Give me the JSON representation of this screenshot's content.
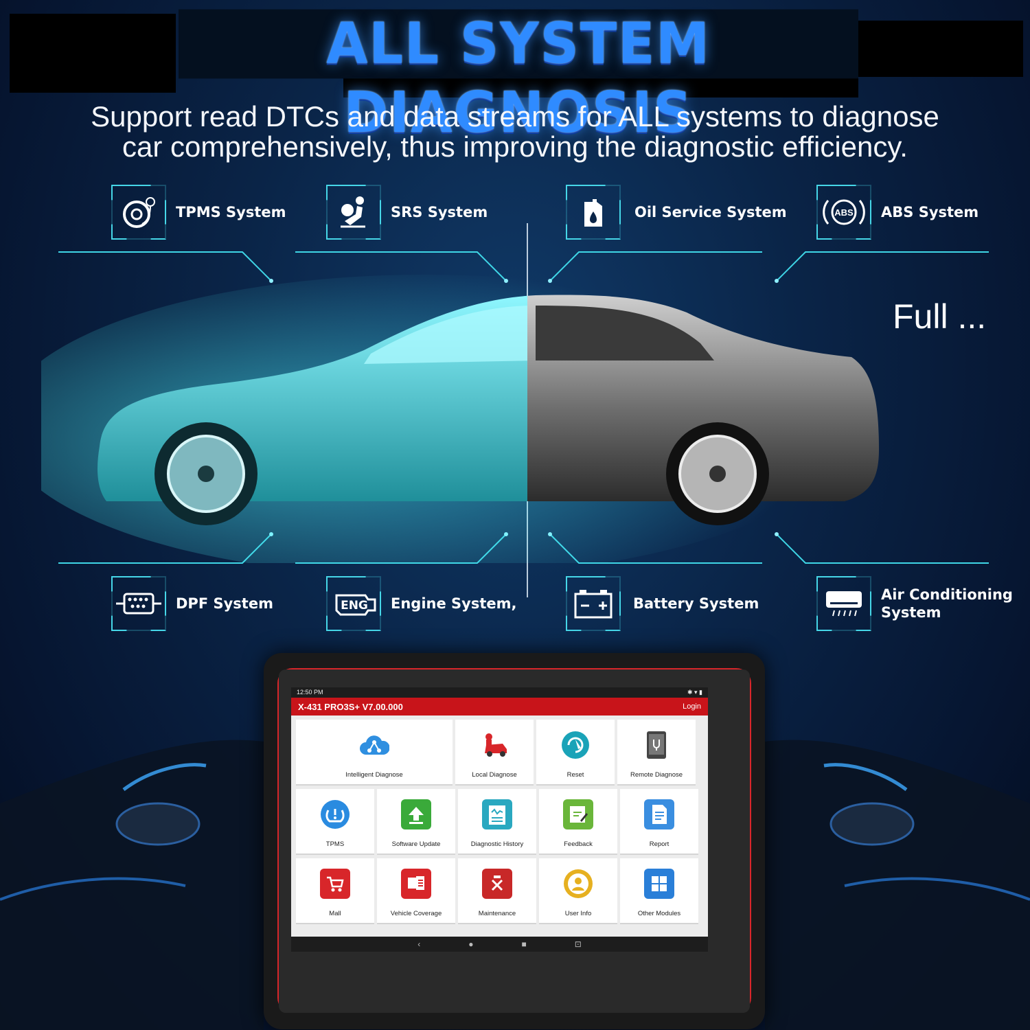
{
  "header": {
    "title": "ALL SYSTEM DIAGNOSIS",
    "subtitle_line1": "Support read DTCs and data streams for ALL systems to diagnose",
    "subtitle_line2": "car comprehensively, thus improving the diagnostic efficiency."
  },
  "features_top": [
    {
      "label": "TPMS System",
      "icon": "tire-pressure-icon"
    },
    {
      "label": "SRS System",
      "icon": "airbag-icon"
    },
    {
      "label": "Oil Service System",
      "icon": "oil-can-icon"
    },
    {
      "label": "ABS System",
      "icon": "abs-icon",
      "icon_text": "ABS"
    }
  ],
  "features_bottom": [
    {
      "label": "DPF System",
      "icon": "dpf-filter-icon"
    },
    {
      "label": "Engine System,",
      "icon": "engine-icon",
      "icon_text": "ENG"
    },
    {
      "label": "Battery System",
      "icon": "battery-icon"
    },
    {
      "label_line1": "Air Conditioning",
      "label_line2": "System",
      "icon": "air-conditioner-icon"
    }
  ],
  "full_more": "Full ...",
  "tablet": {
    "status_time": "12:50 PM",
    "app_title": "X-431 PRO3S+ V7.00.000",
    "login": "Login",
    "row1": [
      {
        "label": "Intelligent Diagnose",
        "color": "#2f8fe0"
      },
      {
        "label": "Local Diagnose",
        "color": "#d8262a"
      },
      {
        "label": "Reset",
        "color": "#1aa3b8"
      },
      {
        "label": "Remote Diagnose",
        "color": "#444444"
      }
    ],
    "row2": [
      {
        "label": "TPMS",
        "color": "#2a8be0"
      },
      {
        "label": "Software Update",
        "color": "#3aaa3a"
      },
      {
        "label": "Diagnostic History",
        "color": "#2aa8c0"
      },
      {
        "label": "Feedback",
        "color": "#6ab63a"
      },
      {
        "label": "Report",
        "color": "#3a8ee0"
      }
    ],
    "row3": [
      {
        "label": "Mall",
        "color": "#d8262a"
      },
      {
        "label": "Vehicle Coverage",
        "color": "#d8262a"
      },
      {
        "label": "Maintenance",
        "color": "#c82828"
      },
      {
        "label": "User Info",
        "color": "#e6b020"
      },
      {
        "label": "Other Modules",
        "color": "#2a7fd8"
      }
    ]
  }
}
